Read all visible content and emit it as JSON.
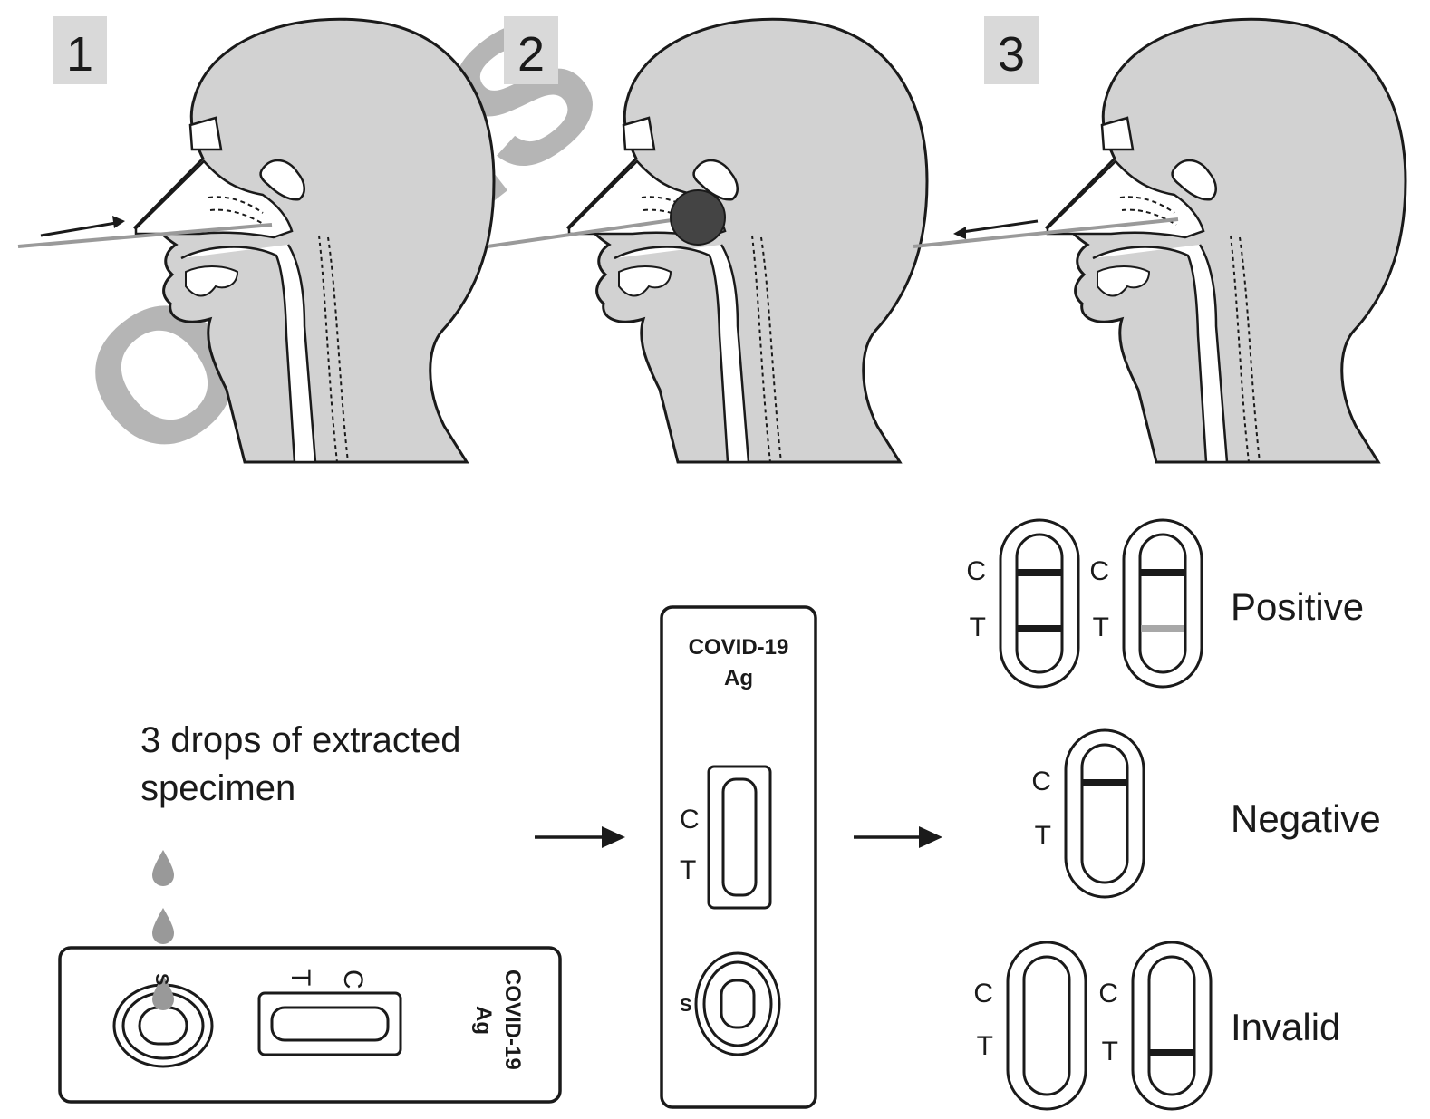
{
  "watermark": "ORIES",
  "steps": [
    {
      "number": "1",
      "swab_motion": "insert"
    },
    {
      "number": "2",
      "swab_motion": "rotate"
    },
    {
      "number": "3",
      "swab_motion": "withdraw"
    }
  ],
  "specimen_caption": {
    "line1": "3 drops of extracted",
    "line2": "specimen"
  },
  "cassette": {
    "brand_line1": "COVID-19",
    "brand_line2": "Ag",
    "sample_well": "S",
    "control_line": "C",
    "test_line": "T"
  },
  "results": {
    "positive": "Positive",
    "negative": "Negative",
    "invalid": "Invalid"
  },
  "colors": {
    "head_fill": "#d2d2d2",
    "outline": "#1a1a1a",
    "line_strong": "#1a1a1a",
    "line_faint": "#a8a8a8",
    "drop": "#999999",
    "badge": "#d9d9d9"
  }
}
